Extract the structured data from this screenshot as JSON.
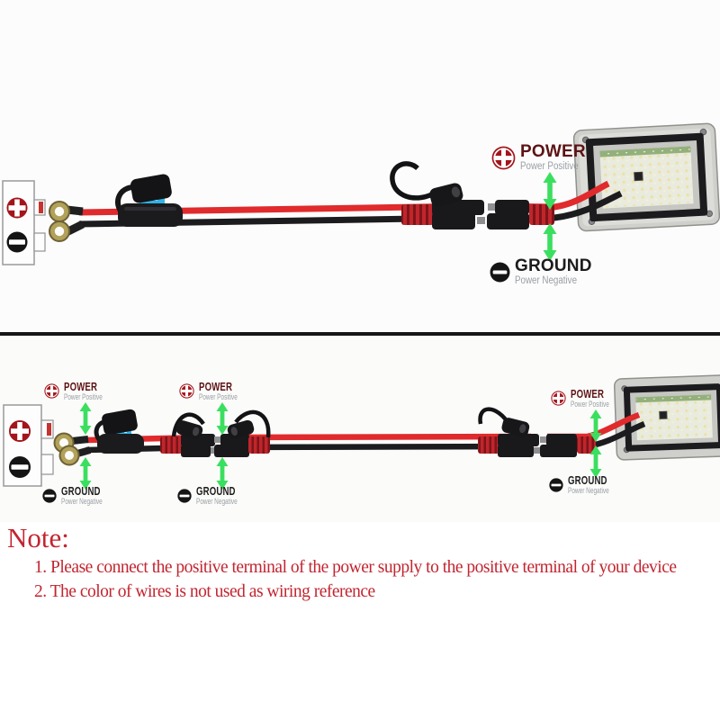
{
  "labels": {
    "power": {
      "title": "POWER",
      "subtitle": "Power Positive"
    },
    "ground": {
      "title": "GROUND",
      "subtitle": "Power Negative"
    }
  },
  "note": {
    "heading": "Note:",
    "items": [
      "1. Please connect the positive terminal of the power supply to the positive terminal of your device",
      "2. The color of wires is not used as wiring reference"
    ]
  },
  "icons": {
    "power": "plus-circle-icon",
    "ground": "minus-circle-icon",
    "battery_positive": "plus-circle-icon",
    "battery_negative": "minus-circle-icon"
  },
  "colors": {
    "wire_red": "#e02a2c",
    "wire_black": "#1c1c1e",
    "arrow_green": "#3bdf5f",
    "power_title": "#5d1315",
    "ground_title": "#1c1c1c",
    "subtitle_gray": "#9aa0a4",
    "note_red": "#c22530",
    "fuse_blue": "#2fb3e8",
    "power_icon_red": "#a3151b",
    "ring_terminal_brass": "#b1a159"
  }
}
